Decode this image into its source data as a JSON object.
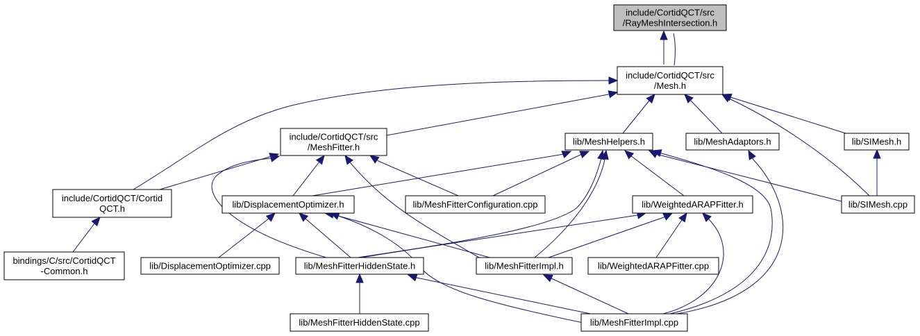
{
  "diagram": {
    "title": "",
    "colors": {
      "edge": "#191970",
      "root_fill": "#bfbfbf",
      "node_fill": "#ffffff",
      "node_border": "#000000"
    },
    "nodes": [
      {
        "id": "raymesh",
        "lines": [
          "include/CortidQCT/src",
          "/RayMeshIntersection.h"
        ],
        "root": true
      },
      {
        "id": "mesh",
        "lines": [
          "include/CortidQCT/src",
          "/Mesh.h"
        ]
      },
      {
        "id": "meshfitter",
        "lines": [
          "include/CortidQCT/src",
          "/MeshFitter.h"
        ]
      },
      {
        "id": "meshhelpers",
        "lines": [
          "lib/MeshHelpers.h"
        ]
      },
      {
        "id": "meshadaptors",
        "lines": [
          "lib/MeshAdaptors.h"
        ]
      },
      {
        "id": "simesh_h",
        "lines": [
          "lib/SIMesh.h"
        ]
      },
      {
        "id": "cortidqct_h",
        "lines": [
          "include/CortidQCT/Cortid",
          "QCT.h"
        ]
      },
      {
        "id": "dispopt_h",
        "lines": [
          "lib/DisplacementOptimizer.h"
        ]
      },
      {
        "id": "mfconfig",
        "lines": [
          "lib/MeshFitterConfiguration.cpp"
        ]
      },
      {
        "id": "warap_h",
        "lines": [
          "lib/WeightedARAPFitter.h"
        ]
      },
      {
        "id": "simesh_cpp",
        "lines": [
          "lib/SIMesh.cpp"
        ]
      },
      {
        "id": "bindings",
        "lines": [
          "bindings/C/src/CortidQCT",
          "-Common.h"
        ]
      },
      {
        "id": "dispopt_cpp",
        "lines": [
          "lib/DisplacementOptimizer.cpp"
        ]
      },
      {
        "id": "mfhidden_h",
        "lines": [
          "lib/MeshFitterHiddenState.h"
        ]
      },
      {
        "id": "mfimpl_h",
        "lines": [
          "lib/MeshFitterImpl.h"
        ]
      },
      {
        "id": "warap_cpp",
        "lines": [
          "lib/WeightedARAPFitter.cpp"
        ]
      },
      {
        "id": "mfhidden_cpp",
        "lines": [
          "lib/MeshFitterHiddenState.cpp"
        ]
      },
      {
        "id": "mfimpl_cpp",
        "lines": [
          "lib/MeshFitterImpl.cpp"
        ]
      }
    ]
  }
}
